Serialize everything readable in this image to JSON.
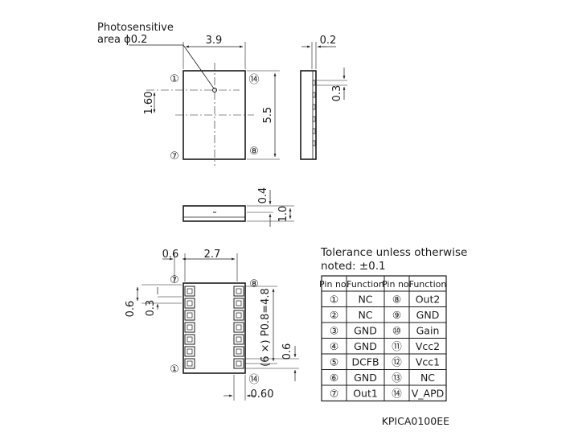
{
  "top_view": {
    "photo_label_line1": "Photosensitive",
    "photo_label_line2": "area  ϕ0.2",
    "width_dim": "3.9",
    "height_dim": "5.5",
    "offset_dim": "1.60",
    "pin1_label": "①",
    "pin7_label": "⑦",
    "pin8_label": "⑧",
    "pin14_label": "⑭"
  },
  "side_view": {
    "thickness_dim": "0.2",
    "pitch_dim": "0.3"
  },
  "front_view": {
    "height_dim": "0.4",
    "total_dim": "1.0"
  },
  "bottom_view": {
    "left_dim": "0.6",
    "span_dim": "2.7",
    "pad_h_dim": "0.6",
    "pad_gap_dim": "0.3",
    "pitch_dim": "(6 ×) P0.8=4.8",
    "pad_w_dim": "0.6",
    "bottom_dim": "0.60",
    "pin7_label": "⑦",
    "pin8_label": "⑧",
    "pin1_label": "①",
    "pin14_label": "⑭"
  },
  "tolerance_note": {
    "line1": "Tolerance unless otherwise",
    "line2": "noted: ±0.1"
  },
  "pin_table": {
    "headers": [
      "Pin no.",
      "Function",
      "Pin no.",
      "Function"
    ],
    "rows": [
      [
        "①",
        "NC",
        "⑧",
        "Out2"
      ],
      [
        "②",
        "NC",
        "⑨",
        "GND"
      ],
      [
        "③",
        "GND",
        "⑩",
        "Gain"
      ],
      [
        "④",
        "GND",
        "⑪",
        "Vcc2"
      ],
      [
        "⑤",
        "DCFB",
        "⑫",
        "Vcc1"
      ],
      [
        "⑥",
        "GND",
        "⑬",
        "NC"
      ],
      [
        "⑦",
        "Out1",
        "⑭",
        "V_APD"
      ]
    ]
  },
  "document_id": "KPICA0100EE"
}
